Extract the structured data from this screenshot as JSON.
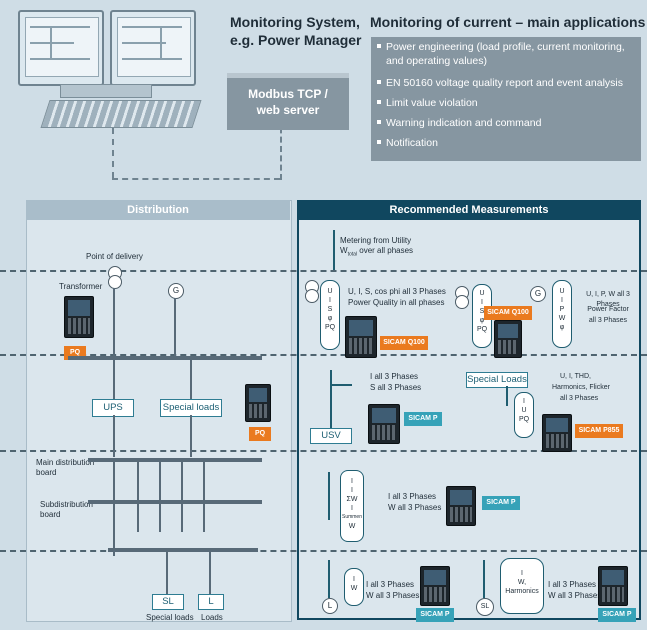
{
  "header": {
    "system_title": [
      "Monitoring System,",
      "e.g. Power Manager"
    ],
    "modbus_label": [
      "Modbus TCP /",
      "web server"
    ],
    "applications_title": "Monitoring of current – main applications",
    "applications": [
      "Power engineering (load profile, current monitoring,",
      "and operating values)",
      "EN 50160 voltage quality report and event analysis",
      "Limit value violation",
      "Warning indication and command",
      "Notification"
    ]
  },
  "distribution": {
    "title": "Distribution",
    "point_of_delivery": "Point of delivery",
    "transformer": "Transformer",
    "generator_symbol": "G",
    "pq_tag": "PQ",
    "ups": "UPS",
    "special_loads": "Special loads",
    "main_board": [
      "Main distribution",
      "board"
    ],
    "sub_board": [
      "Subdistribution",
      "board"
    ],
    "sl": "SL",
    "l": "L",
    "special_loads_label": "Special loads",
    "loads_label": "Loads"
  },
  "measurements": {
    "title": "Recommended Measurements",
    "metering": [
      "Metering from Utility",
      "W",
      "total",
      " over all phases"
    ],
    "row1_left_text": [
      "U, I, S, cos phi all 3 Phases",
      "Power Quality in all phases"
    ],
    "row1_left_box": [
      "U",
      "I",
      "S",
      "φ",
      "PQ"
    ],
    "row1_left_tag": "SICAM Q100",
    "row1_mid_box": [
      "U",
      "I",
      "S",
      "φ",
      "PQ"
    ],
    "row1_mid_tag": "SICAM Q100",
    "row1_right_gen": "G",
    "row1_right_box": [
      "U",
      "I",
      "P",
      "W",
      "φ"
    ],
    "row1_right_text": [
      "U, I, P, W all 3 Phases",
      "Power Factor",
      "all 3 Phases"
    ],
    "row2_left_text": [
      "I all 3 Phases",
      "S all 3 Phases"
    ],
    "row2_left_tag": "SICAM P",
    "row2_usv": "USV",
    "row2_special": "Special Loads",
    "row2_right_box": [
      "I",
      "U",
      "PQ"
    ],
    "row2_right_text": [
      "U, I, THD,",
      "Harmonics, Flicker",
      "all 3 Phases"
    ],
    "row2_right_tag": "SICAM P855",
    "row3_box": [
      "I",
      "I",
      "ΣW",
      "I",
      "Summen",
      "W"
    ],
    "row3_text": [
      "I all 3 Phases",
      "W all 3 Phases"
    ],
    "row3_tag": "SICAM P",
    "row4_left_symbol": "L",
    "row4_left_box": [
      "I",
      "W"
    ],
    "row4_left_text": [
      "I all 3 Phases",
      "W all 3 Phases"
    ],
    "row4_left_tag": "SICAM P",
    "row4_right_symbol": "SL",
    "row4_right_box": [
      "I",
      "W,",
      "Harmonics"
    ],
    "row4_right_text": [
      "I all 3 Phases",
      "W all 3 Phases"
    ],
    "row4_right_tag": "SICAM P"
  },
  "colors": {
    "background": "#cfdde6",
    "header_dark": "#10475f",
    "panel_gray": "#8696a1",
    "orange_tag": "#ea7a1f",
    "teal_tag": "#36a2b8"
  }
}
